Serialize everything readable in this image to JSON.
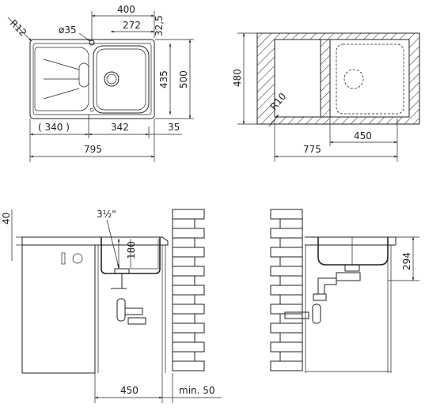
{
  "top_view": {
    "labels": {
      "w400": "400",
      "d32_5": "32,5",
      "r12": "R12",
      "phi35": "ø35",
      "w272": "272",
      "h435": "435",
      "h500": "500",
      "w340": "( 340 )",
      "w342": "342",
      "w35": "35",
      "w795": "795"
    }
  },
  "cutout_view": {
    "labels": {
      "h480": "480",
      "r10": "R10",
      "w775": "775",
      "w450": "450"
    }
  },
  "front_view": {
    "labels": {
      "h40": "40",
      "pipe": "3½\"",
      "h180": "180",
      "w450": "450",
      "min50": "min. 50"
    }
  },
  "side_view": {
    "labels": {
      "h294": "294"
    }
  }
}
